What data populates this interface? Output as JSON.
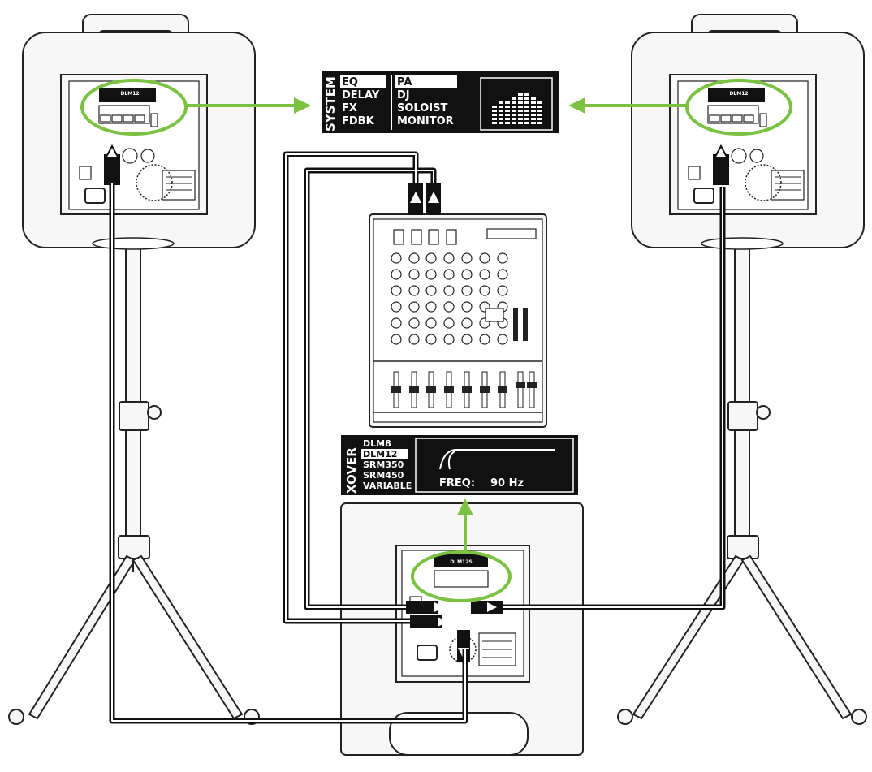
{
  "colors": {
    "accent_green": "#7cc242",
    "cable": "#111111",
    "panel": "#111111",
    "equipment_fill": "#f7f7f7"
  },
  "system_panel": {
    "heading": "SYSTEM",
    "modes": [
      "EQ",
      "DELAY",
      "FX",
      "FDBK"
    ],
    "selected_mode": "EQ",
    "options": [
      "PA",
      "DJ",
      "SOLOIST",
      "MONITOR"
    ],
    "selected_option": "PA"
  },
  "xover_panel": {
    "heading": "XOVER",
    "options": [
      "DLM8",
      "DLM12",
      "SRM350",
      "SRM450",
      "VARIABLE"
    ],
    "selected_option": "DLM12",
    "freq_label": "FREQ:",
    "freq_value": "90 Hz"
  },
  "speaker_badge": "DLM12",
  "sub_badge": "DLM12S"
}
